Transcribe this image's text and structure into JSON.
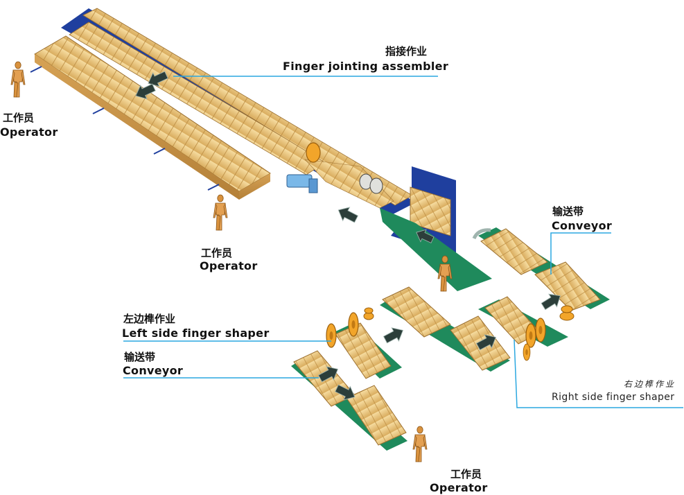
{
  "labels": {
    "finger_jointing_cn": "指接作业",
    "finger_jointing_en": "Finger jointing assembler",
    "operator_top_left_cn": "工作员",
    "operator_top_left_en": "Operator",
    "operator_middle_cn": "工作员",
    "operator_middle_en": "Operator",
    "conveyor_right_cn": "输送带",
    "conveyor_right_en": "Conveyor",
    "left_shaper_cn": "左边榫作业",
    "left_shaper_en": "Left side finger shaper",
    "conveyor_left_cn": "输送带",
    "conveyor_left_en": "Conveyor",
    "right_shaper_cn": "右边榫作业",
    "right_shaper_en": "Right side finger shaper",
    "operator_bottom_cn": "工作员",
    "operator_bottom_en": "Operator"
  },
  "colors": {
    "leader_line": "#2aa7e0",
    "bed_blue": "#1f3f9e",
    "conveyor_green": "#1f8a5c",
    "wood_light": "#f0cf8a",
    "wood_dark": "#c99a4a",
    "saw_orange": "#f2a52a",
    "arrow_dark": "#2c3e3a",
    "clamp_blue": "#7ab8e8"
  }
}
